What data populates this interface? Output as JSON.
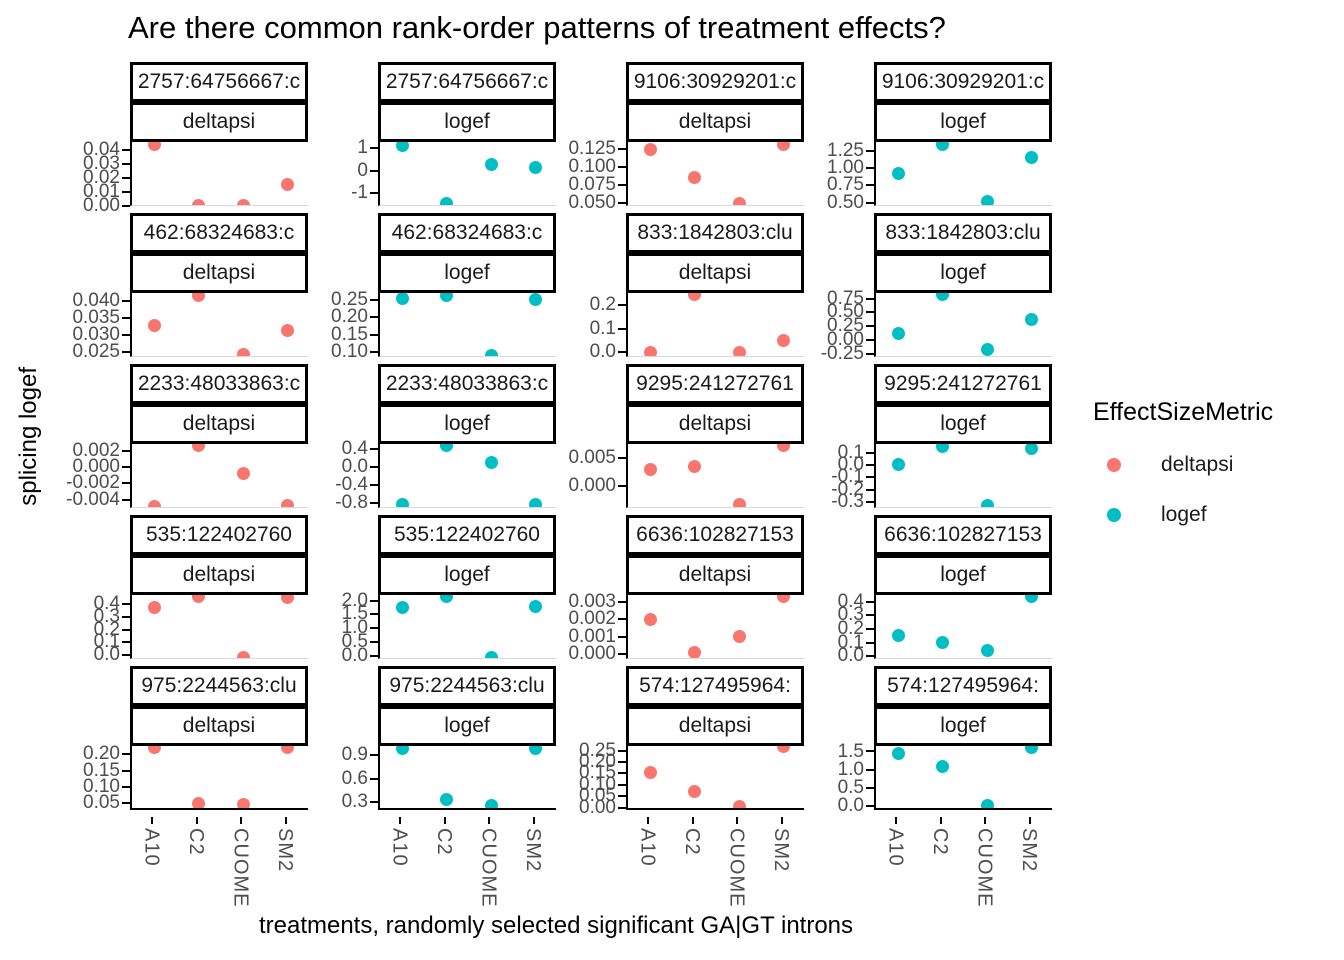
{
  "title": "Are there common rank-order patterns of treatment effects?",
  "y_axis_title": "splicing logef",
  "x_axis_title": "treatments, randomly selected significant GA|GT introns",
  "legend": {
    "title": "EffectSizeMetric",
    "items": [
      {
        "label": "deltapsi",
        "color": "#F8766D"
      },
      {
        "label": "logef",
        "color": "#00BFC4"
      }
    ]
  },
  "colors": {
    "deltapsi": "#F8766D",
    "logef": "#00BFC4",
    "tick_text": "#4D4D4D",
    "axis_line": "#000000"
  },
  "chart_data": {
    "type": "scatter",
    "x_categories": [
      "A10",
      "C2",
      "CUOME",
      "SM2"
    ],
    "facet_grid": {
      "rows": 5,
      "cols": 4
    },
    "facets": [
      {
        "intron": "2757:64756667:c",
        "metric": "deltapsi",
        "y_tick_labels": [
          "0.04",
          "0.03",
          "0.02",
          "0.01",
          "0.00"
        ],
        "y_tick_values": [
          0.04,
          0.03,
          0.02,
          0.01,
          0
        ],
        "ylim": [
          0,
          0.0455
        ],
        "values": [
          0.044,
          0.0005,
          0.0005,
          0.015
        ]
      },
      {
        "intron": "2757:64756667:c",
        "metric": "logef",
        "y_tick_labels": [
          "1",
          "0",
          "-1"
        ],
        "y_tick_values": [
          1,
          0,
          -1
        ],
        "ylim": [
          -1.55,
          1.25
        ],
        "values": [
          1.1,
          -1.45,
          0.28,
          0.15
        ]
      },
      {
        "intron": "9106:30929201:c",
        "metric": "deltapsi",
        "y_tick_labels": [
          "0.125",
          "0.100",
          "0.075",
          "0.050"
        ],
        "y_tick_values": [
          0.125,
          0.1,
          0.075,
          0.05
        ],
        "ylim": [
          0.0455,
          0.135
        ],
        "values": [
          0.124,
          0.085,
          0.0485,
          0.132
        ]
      },
      {
        "intron": "9106:30929201:c",
        "metric": "logef",
        "y_tick_labels": [
          "1.25",
          "1.00",
          "0.75",
          "0.50"
        ],
        "y_tick_values": [
          1.25,
          1.0,
          0.75,
          0.5
        ],
        "ylim": [
          0.45,
          1.38
        ],
        "values": [
          0.92,
          1.35,
          0.52,
          1.15
        ]
      },
      {
        "intron": "462:68324683:c",
        "metric": "deltapsi",
        "y_tick_labels": [
          "0.040",
          "0.035",
          "0.030",
          "0.025"
        ],
        "y_tick_values": [
          0.04,
          0.035,
          0.03,
          0.025
        ],
        "ylim": [
          0.0235,
          0.0425
        ],
        "values": [
          0.033,
          0.0418,
          0.0242,
          0.0315
        ]
      },
      {
        "intron": "462:68324683:c",
        "metric": "logef",
        "y_tick_labels": [
          "0.25",
          "0.20",
          "0.15",
          "0.10"
        ],
        "y_tick_values": [
          0.25,
          0.2,
          0.15,
          0.1
        ],
        "ylim": [
          0.085,
          0.27
        ],
        "values": [
          0.255,
          0.263,
          0.09,
          0.252
        ]
      },
      {
        "intron": "833:1842803:clu",
        "metric": "deltapsi",
        "y_tick_labels": [
          "0.2",
          "0.1",
          "0.0"
        ],
        "y_tick_values": [
          0.2,
          0.1,
          0
        ],
        "ylim": [
          -0.02,
          0.25
        ],
        "values": [
          0.0,
          0.243,
          0.0,
          0.05
        ]
      },
      {
        "intron": "833:1842803:clu",
        "metric": "logef",
        "y_tick_labels": [
          "0.75",
          "0.50",
          "0.25",
          "0.00",
          "-0.25"
        ],
        "y_tick_values": [
          0.75,
          0.5,
          0.25,
          0,
          -0.25
        ],
        "ylim": [
          -0.3,
          0.85
        ],
        "values": [
          0.12,
          0.83,
          -0.17,
          0.38
        ]
      },
      {
        "intron": "2233:48033863:c",
        "metric": "deltapsi",
        "y_tick_labels": [
          "0.002",
          "0.000",
          "-0.002",
          "-0.004"
        ],
        "y_tick_values": [
          0.002,
          0,
          -0.002,
          -0.004
        ],
        "ylim": [
          -0.005,
          0.0028
        ],
        "values": [
          -0.0048,
          0.0026,
          -0.0008,
          -0.0047
        ]
      },
      {
        "intron": "2233:48033863:c",
        "metric": "logef",
        "y_tick_labels": [
          "0.4",
          "0.0",
          "-0.4",
          "-0.8"
        ],
        "y_tick_values": [
          0.4,
          0,
          -0.4,
          -0.8
        ],
        "ylim": [
          -0.9,
          0.5
        ],
        "values": [
          -0.82,
          0.47,
          0.1,
          -0.82
        ]
      },
      {
        "intron": "9295:241272761",
        "metric": "deltapsi",
        "y_tick_labels": [
          "0.005",
          "0.000"
        ],
        "y_tick_values": [
          0.005,
          0
        ],
        "ylim": [
          -0.004,
          0.0075
        ],
        "values": [
          0.003,
          0.0035,
          -0.0033,
          0.0072
        ]
      },
      {
        "intron": "9295:241272761",
        "metric": "logef",
        "y_tick_labels": [
          "0.1",
          "0.0",
          "-0.1",
          "-0.2",
          "-0.3"
        ],
        "y_tick_values": [
          0.1,
          0,
          -0.1,
          -0.2,
          -0.3
        ],
        "ylim": [
          -0.35,
          0.17
        ],
        "values": [
          0.0,
          0.15,
          -0.33,
          0.13
        ]
      },
      {
        "intron": "535:122402760",
        "metric": "deltapsi",
        "y_tick_labels": [
          "0.4",
          "0.3",
          "0.2",
          "0.1",
          "0.0"
        ],
        "y_tick_values": [
          0.4,
          0.3,
          0.2,
          0.1,
          0
        ],
        "ylim": [
          -0.03,
          0.47
        ],
        "values": [
          0.37,
          0.46,
          -0.02,
          0.45
        ]
      },
      {
        "intron": "535:122402760",
        "metric": "logef",
        "y_tick_labels": [
          "2.0",
          "1.5",
          "1.0",
          "0.5",
          "0.0"
        ],
        "y_tick_values": [
          2,
          1.5,
          1,
          0.5,
          0
        ],
        "ylim": [
          -0.1,
          2.2
        ],
        "values": [
          1.75,
          2.15,
          -0.05,
          1.8
        ]
      },
      {
        "intron": "6636:102827153",
        "metric": "deltapsi",
        "y_tick_labels": [
          "0.003",
          "0.002",
          "0.001",
          "0.000"
        ],
        "y_tick_values": [
          0.003,
          0.002,
          0.001,
          0
        ],
        "ylim": [
          -0.0003,
          0.0034
        ],
        "values": [
          0.002,
          8e-05,
          0.001,
          0.0033
        ]
      },
      {
        "intron": "6636:102827153",
        "metric": "logef",
        "y_tick_labels": [
          "0.4",
          "0.3",
          "0.2",
          "0.1",
          "0.0"
        ],
        "y_tick_values": [
          0.4,
          0.3,
          0.2,
          0.1,
          0
        ],
        "ylim": [
          -0.02,
          0.45
        ],
        "values": [
          0.15,
          0.1,
          0.04,
          0.44
        ]
      },
      {
        "intron": "975:2244563:clu",
        "metric": "deltapsi",
        "y_tick_labels": [
          "0.20",
          "0.15",
          "0.10",
          "0.05"
        ],
        "y_tick_values": [
          0.2,
          0.15,
          0.1,
          0.05
        ],
        "ylim": [
          0.03,
          0.225
        ],
        "values": [
          0.222,
          0.05,
          0.048,
          0.222
        ]
      },
      {
        "intron": "975:2244563:clu",
        "metric": "logef",
        "y_tick_labels": [
          "0.9",
          "0.6",
          "0.3"
        ],
        "y_tick_values": [
          0.9,
          0.6,
          0.3
        ],
        "ylim": [
          0.2,
          1.02
        ],
        "values": [
          0.99,
          0.33,
          0.26,
          0.99
        ]
      },
      {
        "intron": "574:127495964:",
        "metric": "deltapsi",
        "y_tick_labels": [
          "0.25",
          "0.20",
          "0.15",
          "0.10",
          "0.05",
          "0.00"
        ],
        "y_tick_values": [
          0.25,
          0.2,
          0.15,
          0.1,
          0.05,
          0
        ],
        "ylim": [
          -0.01,
          0.27
        ],
        "values": [
          0.155,
          0.07,
          0.005,
          0.268
        ]
      },
      {
        "intron": "574:127495964:",
        "metric": "logef",
        "y_tick_labels": [
          "1.5",
          "1.0",
          "0.5",
          "0.0"
        ],
        "y_tick_values": [
          1.5,
          1,
          0.5,
          0
        ],
        "ylim": [
          -0.1,
          1.65
        ],
        "values": [
          1.45,
          1.1,
          0.02,
          1.6
        ]
      }
    ]
  }
}
